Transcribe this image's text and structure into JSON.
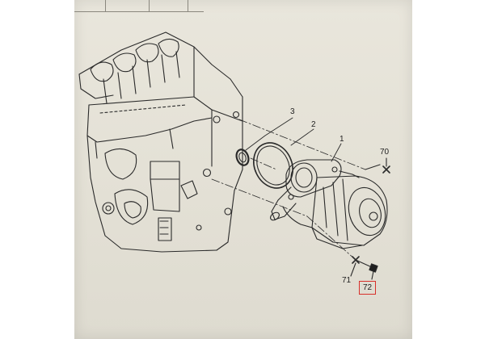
{
  "diagram": {
    "callouts": [
      {
        "id": "c1",
        "label": "1"
      },
      {
        "id": "c2",
        "label": "2"
      },
      {
        "id": "c3",
        "label": "3"
      },
      {
        "id": "c70",
        "label": "70"
      },
      {
        "id": "c71",
        "label": "71"
      },
      {
        "id": "c72",
        "label": "72",
        "highlighted": true
      }
    ]
  },
  "colors": {
    "paper": "#e6e3d9",
    "ink": "#1f1f1f",
    "highlight": "#d7302a"
  }
}
